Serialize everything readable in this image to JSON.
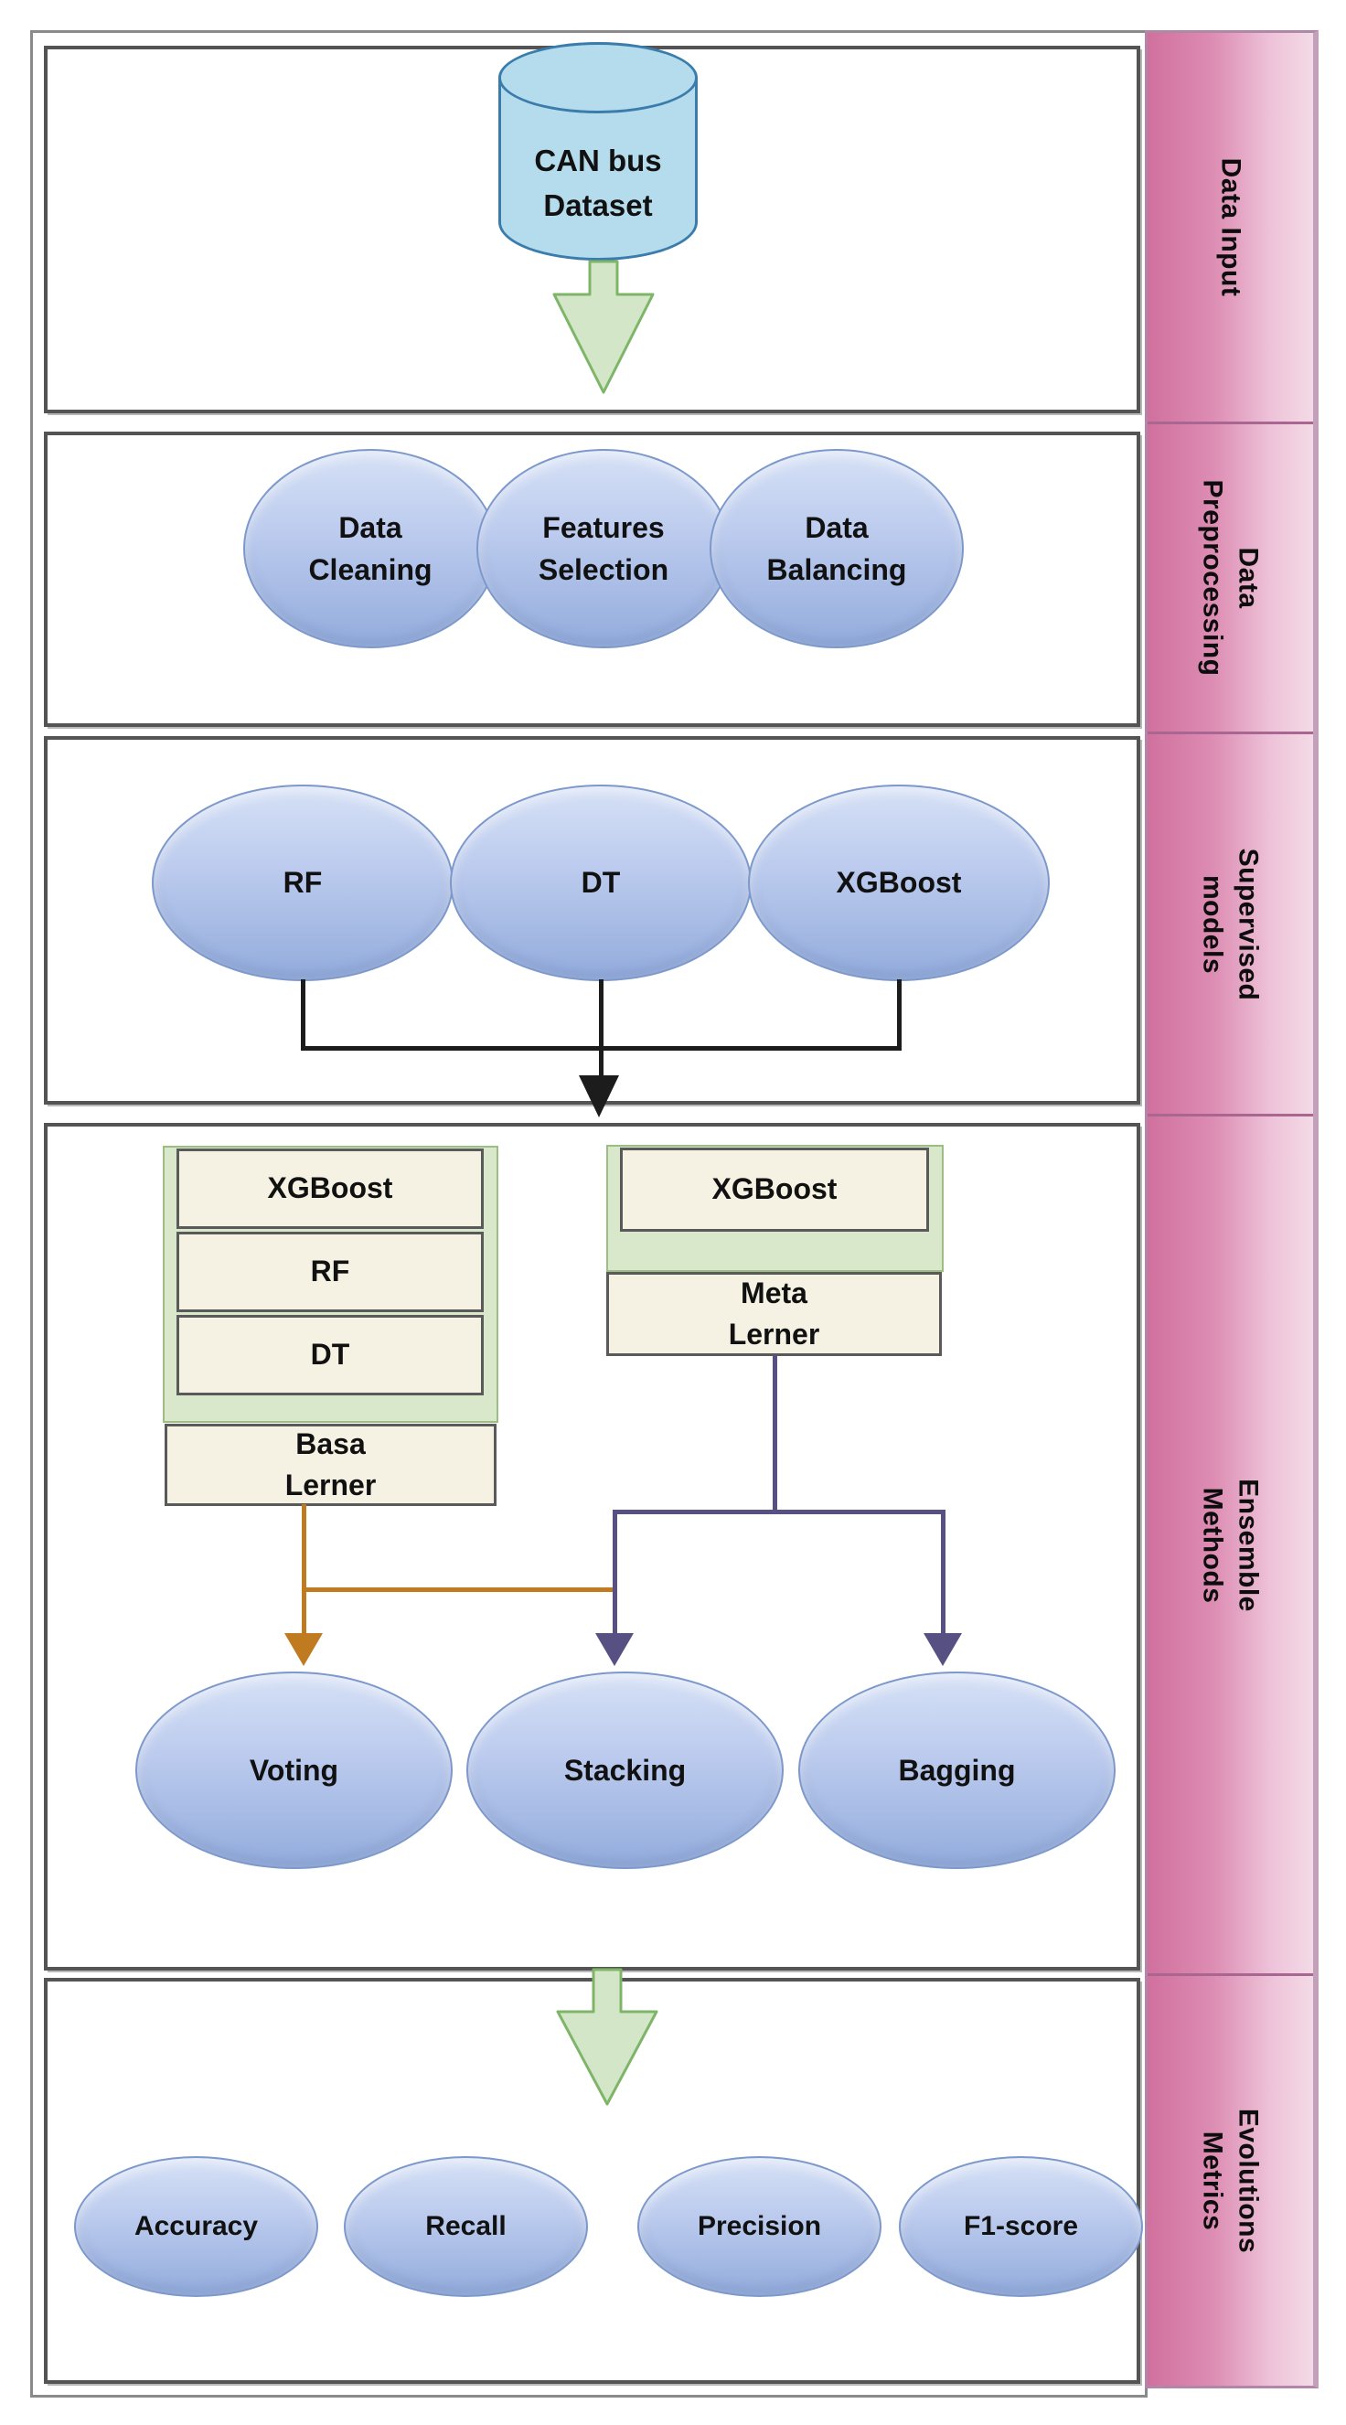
{
  "sidebar": {
    "sections": [
      {
        "label": "Data Input"
      },
      {
        "label": "Data\nPreprocessing"
      },
      {
        "label": "Supervised\nmodels"
      },
      {
        "label": "Ensemble Methods"
      },
      {
        "label": "Evolutions Metrics"
      }
    ]
  },
  "flow": {
    "data_input": {
      "dataset_label": "CAN bus\nDataset"
    },
    "preprocessing": {
      "steps": [
        {
          "label": "Data\nCleaning"
        },
        {
          "label": "Features\nSelection"
        },
        {
          "label": "Data\nBalancing"
        }
      ]
    },
    "supervised": {
      "models": [
        {
          "label": "RF"
        },
        {
          "label": "DT"
        },
        {
          "label": "XGBoost"
        }
      ]
    },
    "ensemble": {
      "base_stack": {
        "models": [
          {
            "label": "XGBoost"
          },
          {
            "label": "RF"
          },
          {
            "label": "DT"
          }
        ],
        "footer_label": "Basa\nLerner"
      },
      "meta_stack": {
        "models": [
          {
            "label": "XGBoost"
          }
        ],
        "footer_label": "Meta\nLerner"
      },
      "methods": [
        {
          "label": "Voting"
        },
        {
          "label": "Stacking"
        },
        {
          "label": "Bagging"
        }
      ]
    },
    "metrics": {
      "items": [
        {
          "label": "Accuracy"
        },
        {
          "label": "Recall"
        },
        {
          "label": "Precision"
        },
        {
          "label": "F1-score"
        }
      ]
    }
  },
  "colors": {
    "ellipse_top": "#d6e1f6",
    "ellipse_bottom": "#93acdc",
    "ellipse_border": "#7d99cc",
    "cylinder_fill": "#b5dcec",
    "cylinder_border": "#3a7cab",
    "green_arrow_fill": "#d3e6c8",
    "green_arrow_border": "#7fb569",
    "container_green": "#d9e8ca",
    "container_green_border": "#9cbd83",
    "cream_fill": "#f6f2e3",
    "cream_border": "#5a5a5a",
    "orange_connector": "#c07b20",
    "purple_connector": "#575183",
    "black_connector": "#1c1c1c",
    "sidebar_left": "#d0709e",
    "sidebar_right": "#f3dae6",
    "section_border": "#545454",
    "frame_border": "#8a8a8a"
  }
}
